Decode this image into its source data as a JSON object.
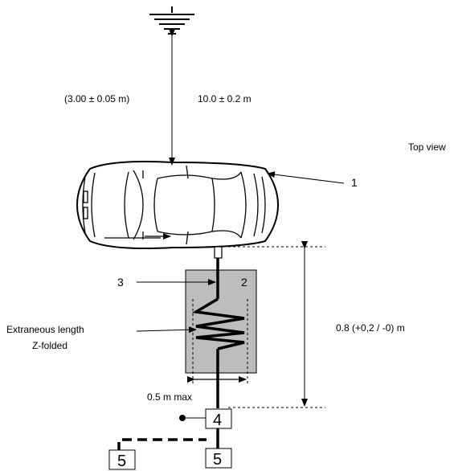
{
  "labels": {
    "distance_small": "(3.00 ± 0.05 m)",
    "distance_large": "10.0 ± 0.2 m",
    "top_view": "Top view",
    "callout_1": "1",
    "callout_2": "2",
    "callout_3": "3",
    "extraneous_line1": "Extraneous length",
    "extraneous_line2": "Z-folded",
    "height_dim": "0.8 (+0,2 / -0) m",
    "width_dim": "0.5 m max",
    "box_4": "4",
    "box_5_left": "5",
    "box_5_right": "5"
  },
  "colors": {
    "line": "#000000",
    "test_area_fill": "#bdbdbd",
    "background": "#ffffff"
  },
  "icons": {
    "antenna": "ground-antenna-icon",
    "vehicle": "car-top-view-icon"
  }
}
